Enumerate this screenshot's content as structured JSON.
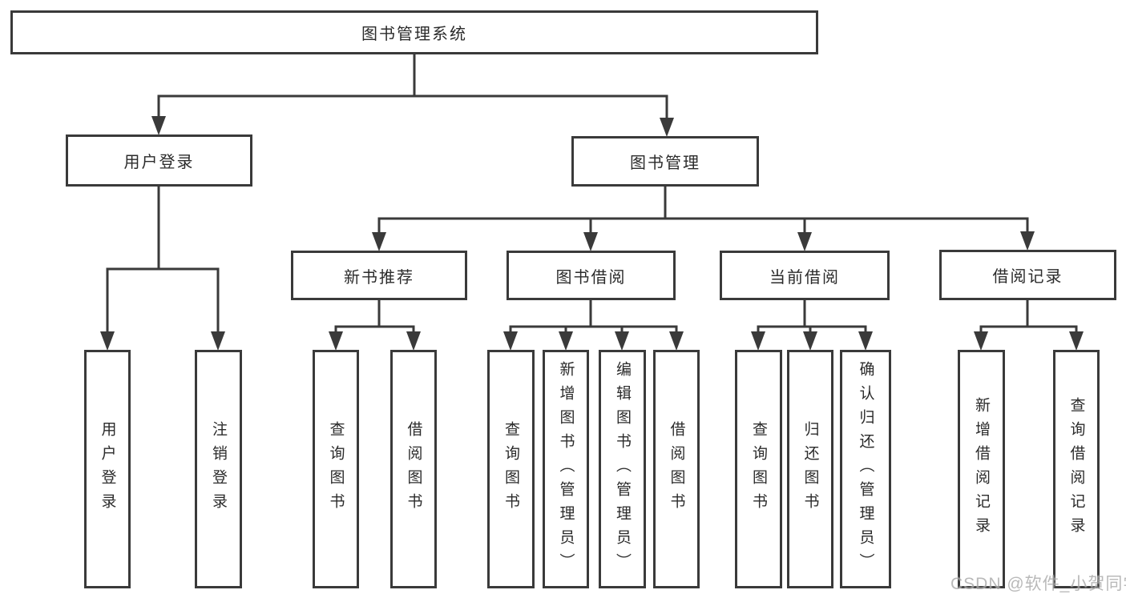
{
  "diagram": {
    "root": "图书管理系统",
    "branches": [
      {
        "label": "用户登录",
        "children": [
          "用户登录",
          "注销登录"
        ]
      },
      {
        "label": "图书管理",
        "children": [
          {
            "label": "新书推荐",
            "children": [
              "查询图书",
              "借阅图书"
            ]
          },
          {
            "label": "图书借阅",
            "children": [
              "查询图书",
              "新增图书（管理员）",
              "编辑图书（管理员）",
              "借阅图书"
            ]
          },
          {
            "label": "当前借阅",
            "children": [
              "查询图书",
              "归还图书",
              "确认归还（管理员）"
            ]
          },
          {
            "label": "借阅记录",
            "children": [
              "新增借阅记录",
              "查询借阅记录"
            ]
          }
        ]
      }
    ]
  },
  "watermark": "CSDN @软件_小贺同学",
  "colors": {
    "line": "#3a3a3a",
    "text": "#2b2b2b",
    "box_background": "#ffffff",
    "watermark": "#a8a8a8"
  }
}
